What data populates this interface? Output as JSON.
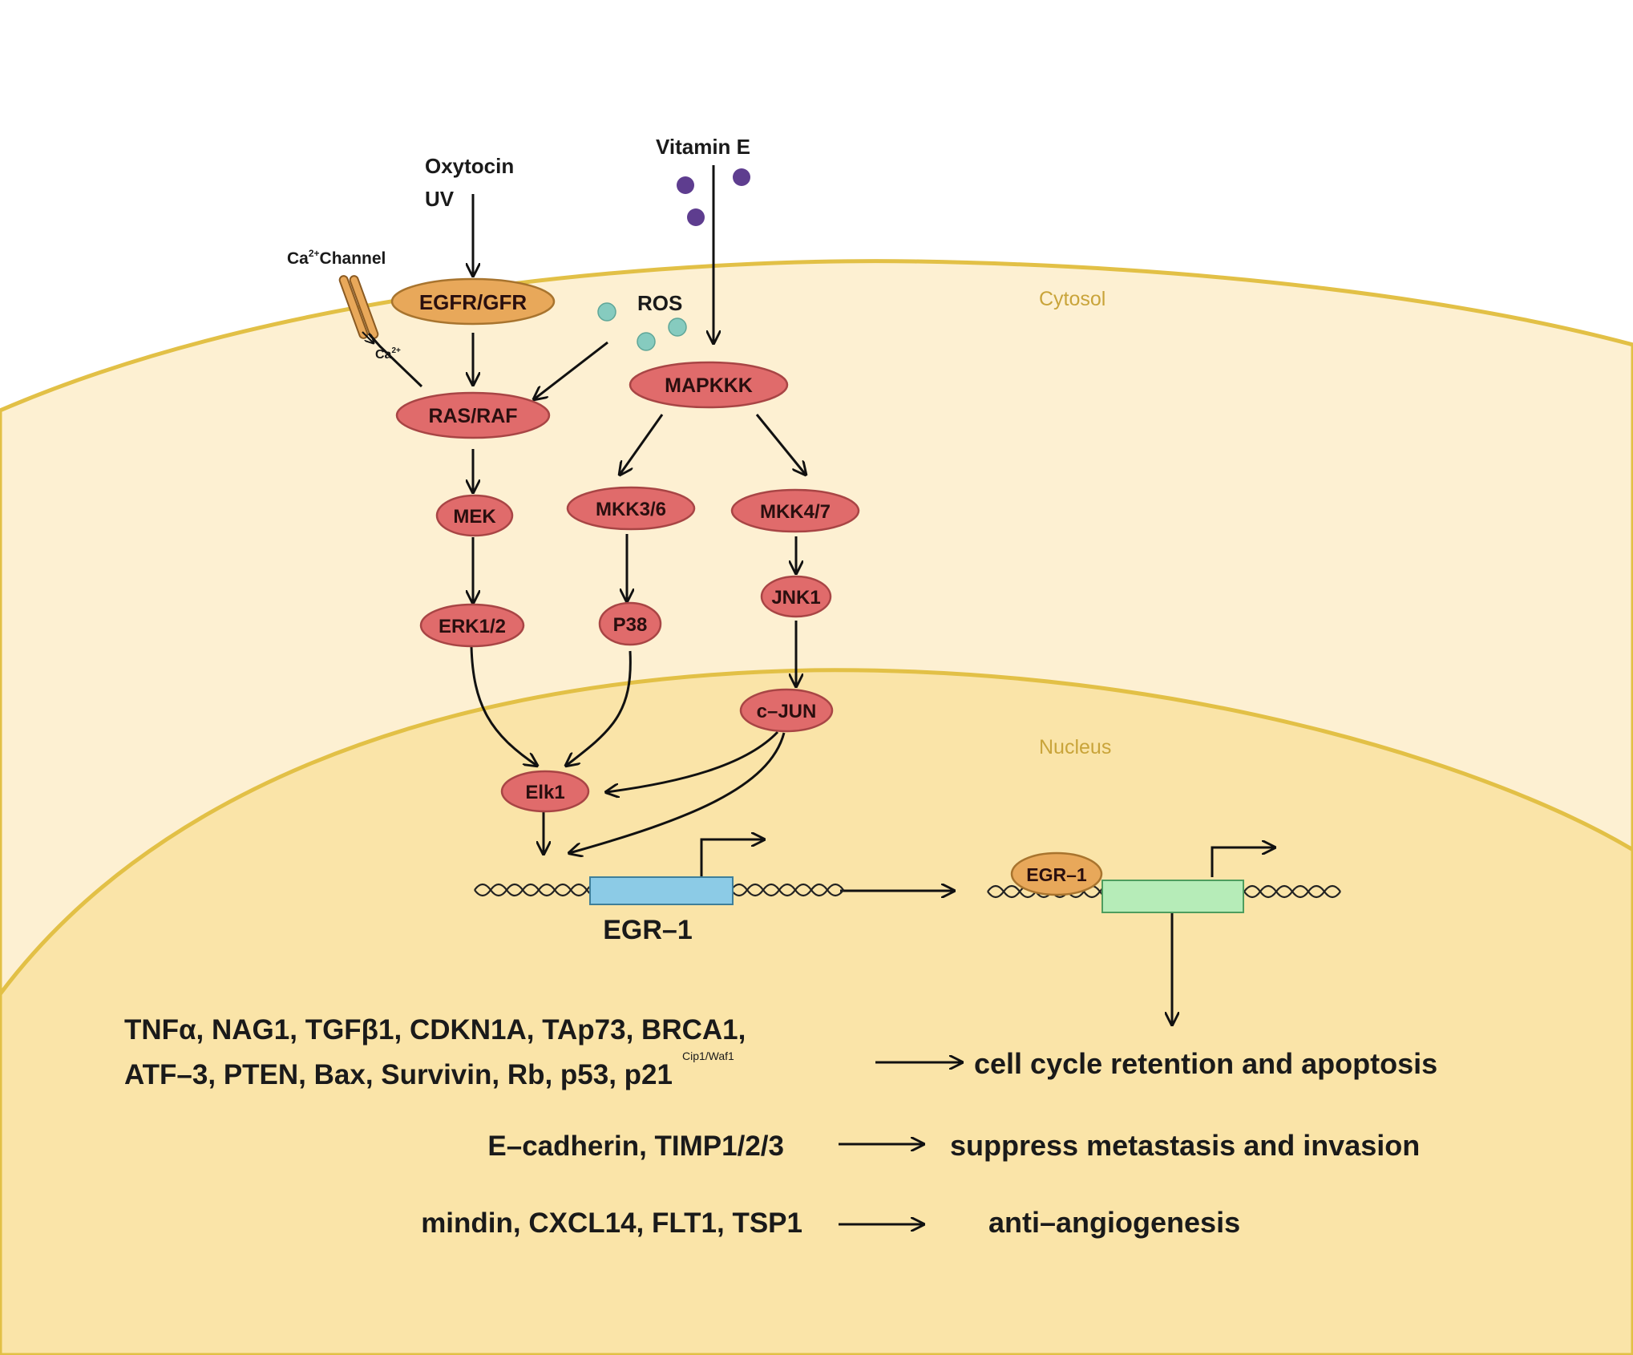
{
  "colors": {
    "background": "#ffffff",
    "cytosol_fill": "#fdf0d2",
    "cytosol_edge": "#e2c046",
    "nucleus_fill": "#fae4a8",
    "kinase_fill": "#e06b6b",
    "kinase_stroke": "#a84545",
    "receptor_fill": "#e8a85a",
    "receptor_stroke": "#a8742e",
    "gene_blue": "#8ccbe6",
    "gene_green": "#b6ecb8",
    "vitamin_e_dot": "#5e3d8f",
    "ros_dot": "#86cbbf"
  },
  "regions": {
    "cytosol": "Cytosol",
    "nucleus": "Nucleus"
  },
  "stimuli": {
    "oxytocin": "Oxytocin",
    "uv": "UV",
    "vitamin_e": "Vitamin E",
    "ros": "ROS",
    "ca_channel_prefix": "Ca",
    "ca_channel_sup": "2+",
    "ca_channel_suffix": "Channel",
    "ca_ion": "Ca",
    "ca_ion_sup": "2+"
  },
  "nodes": {
    "egfr": "EGFR/GFR",
    "rasraf": "RAS/RAF",
    "mek": "MEK",
    "erk": "ERK1/2",
    "mapkkk": "MAPKKK",
    "mkk36": "MKK3/6",
    "mkk47": "MKK4/7",
    "p38": "P38",
    "jnk1": "JNK1",
    "cjun": "c–JUN",
    "elk1": "Elk1",
    "egr1_protein": "EGR–1"
  },
  "gene": {
    "label": "EGR–1"
  },
  "outcomes": {
    "row1_genes_line1": "TNFα, NAG1, TGFβ1, CDKN1A, TAp73, BRCA1,",
    "row1_genes_line2": "ATF–3, PTEN, Bax, Survivin, Rb, p53, p21",
    "row1_genes_sup": "Cip1/Waf1",
    "row1_effect": "cell cycle retention and apoptosis",
    "row2_genes": "E–cadherin, TIMP1/2/3",
    "row2_effect": "suppress metastasis and invasion",
    "row3_genes": "mindin, CXCL14, FLT1, TSP1",
    "row3_effect": "anti–angiogenesis"
  }
}
